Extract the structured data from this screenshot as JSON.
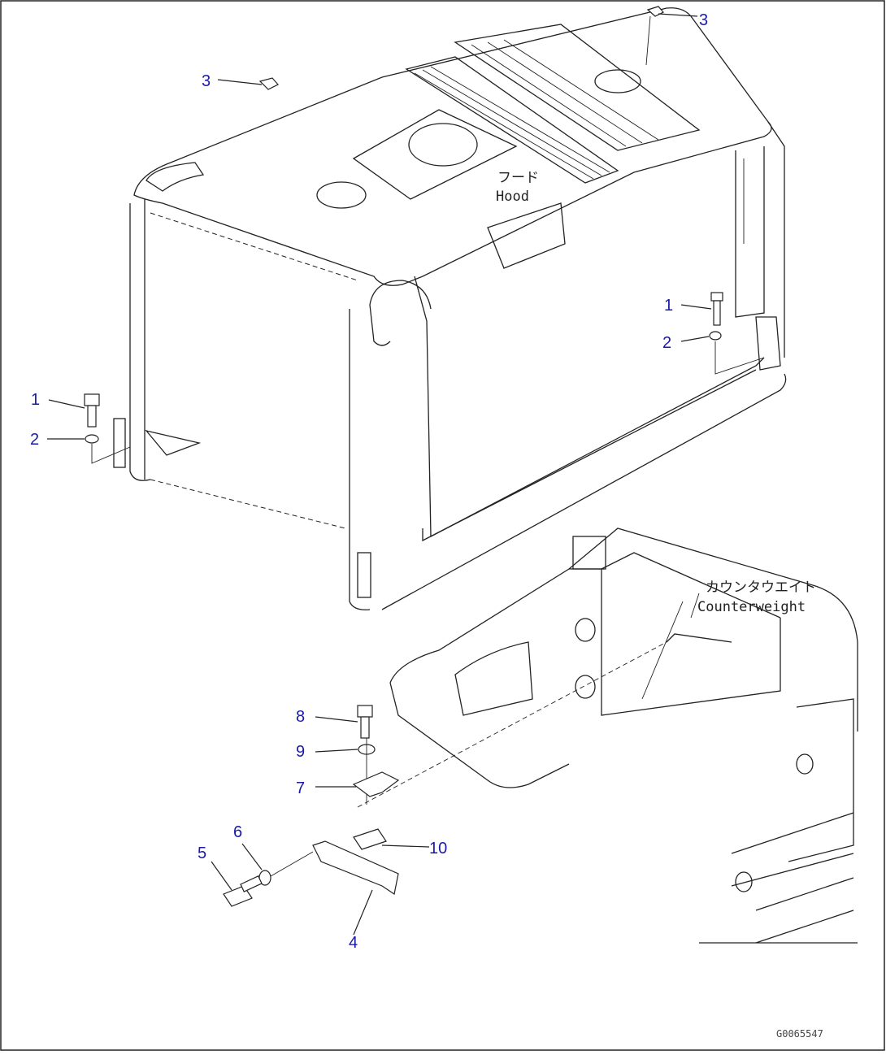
{
  "labels": {
    "hood_jp": "フード",
    "hood_en": "Hood",
    "counterweight_jp": "カウンタウエイト",
    "counterweight_en": "Counterweight"
  },
  "callouts": {
    "top_right_3": "3",
    "top_left_3": "3",
    "right_1": "1",
    "right_2": "2",
    "left_1": "1",
    "left_2": "2",
    "c8": "8",
    "c9": "9",
    "c7": "7",
    "c6": "6",
    "c5": "5",
    "c10": "10",
    "c4": "4"
  },
  "drawing_id": "G0065547"
}
